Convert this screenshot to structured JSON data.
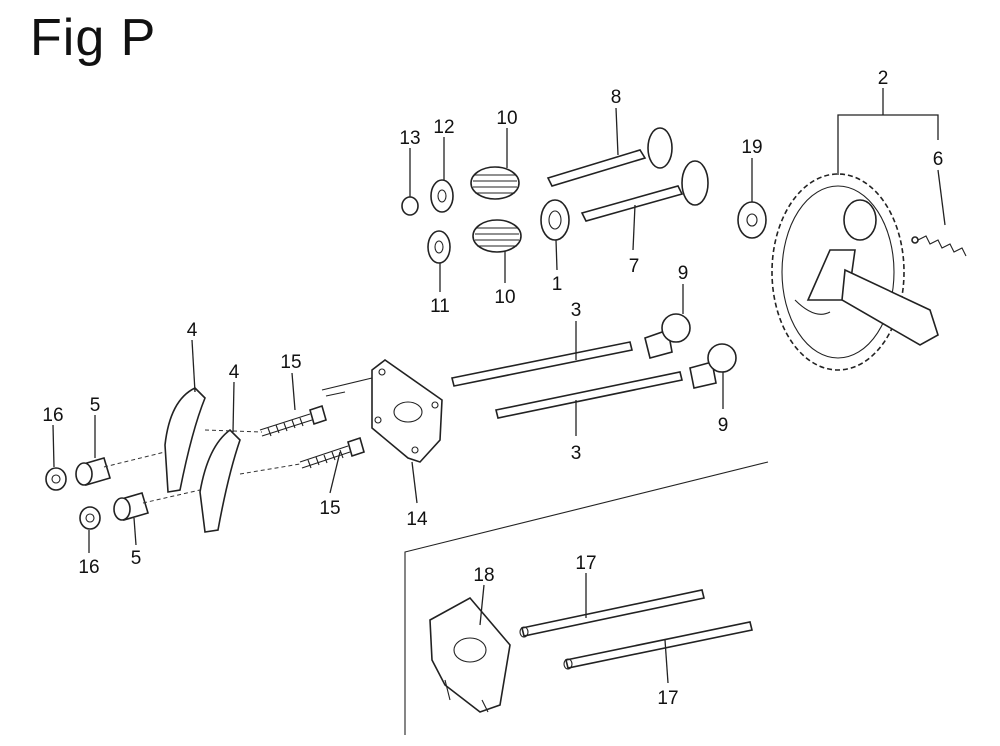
{
  "figure": {
    "title": "Fig P"
  },
  "callouts": {
    "c1": "1",
    "c2": "2",
    "c3a": "3",
    "c3b": "3",
    "c4a": "4",
    "c4b": "4",
    "c5a": "5",
    "c5b": "5",
    "c6": "6",
    "c7": "7",
    "c8": "8",
    "c9a": "9",
    "c9b": "9",
    "c10a": "10",
    "c10b": "10",
    "c11": "11",
    "c12": "12",
    "c13": "13",
    "c14": "14",
    "c15a": "15",
    "c15b": "15",
    "c16a": "16",
    "c16b": "16",
    "c17a": "17",
    "c17b": "17",
    "c18": "18",
    "c19": "19"
  }
}
